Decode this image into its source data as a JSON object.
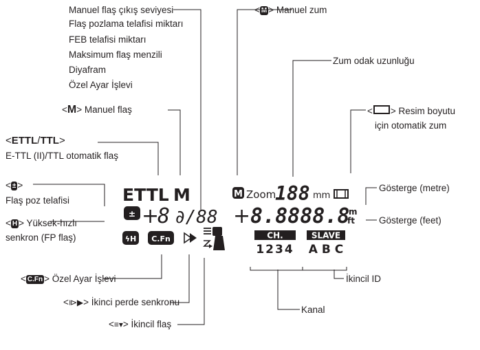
{
  "labels": {
    "manual_output": "Manuel flaş çıkış seviyesi",
    "flash_exp_comp": "Flaş pozlama telafisi miktarı",
    "feb_comp": "FEB telafisi miktarı",
    "max_range": "Maksimum flaş menzili",
    "aperture": "Diyafram",
    "custom_func": "Özel Ayar İşlevi",
    "manual_flash_mid": "> Manuel flaş",
    "manual_flash_glyph": "M",
    "ettl_open": "<",
    "ettl_glyph": "ETTL",
    "ettl_sep": "/",
    "ttl_glyph": "TTL",
    "ettl_close": ">",
    "ettl_desc": "E-TTL (II)/TTL otomatik flaş",
    "fec_suffix": ">",
    "fec_desc": "Flaş poz telafisi",
    "fp_suffix": "> Yüksek-hızlı",
    "fp_desc": "senkron (FP flaş)",
    "cfn_suffix": "> Özel Ayar İşlevi",
    "second_curtain_suffix": "> İkinci perde senkronu",
    "slave_suffix": "> İkincil flaş",
    "manual_zoom_suffix": "> Manuel zum",
    "zoom_focal": "Zum odak uzunluğu",
    "auto_zoom_line1": "> Resim boyutu",
    "auto_zoom_line2": "için otomatik zum",
    "indicator_m": "Gösterge (metre)",
    "indicator_ft": "Gösterge (feet)",
    "slave_id": "İkincil ID",
    "channel": "Kanal"
  },
  "lcd": {
    "ettl": "ETTL",
    "m": "M",
    "zoom_m": "M",
    "zoom_word": "Zoom",
    "zoom_digits": "188",
    "zoom_unit": "mm",
    "plus1": "+",
    "digit1": "8",
    "frac": "∂/88",
    "plus2": "+",
    "dist": "8.8888.8",
    "unit_m": "m",
    "unit_ft": "ft",
    "cfn_badge": "C.Fn",
    "ch_badge": "CH.",
    "ch_nums": "1234",
    "slave_badge": "SLAVE",
    "slave_ids": "A B C"
  },
  "icons": {
    "fec": "flash-exposure-compensation-icon",
    "fp": "high-speed-sync-icon",
    "cfn": "custom-function-icon",
    "second_curtain": "second-curtain-sync-icon",
    "slave": "slave-flash-icon",
    "manual_zoom": "manual-zoom-icon",
    "auto_zoom": "auto-zoom-frame-icon"
  }
}
